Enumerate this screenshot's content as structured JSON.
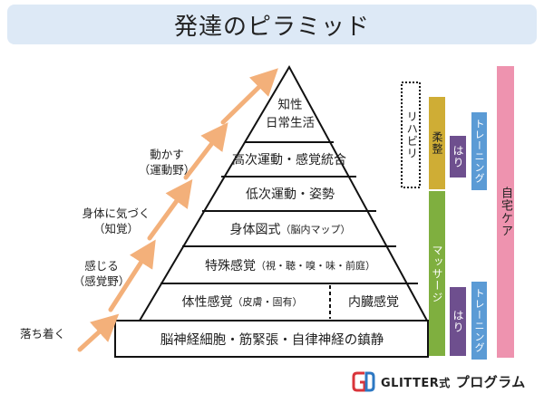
{
  "title": "発達のピラミッド",
  "colors": {
    "arrow": "#f3b07a",
    "judo": "#cfad35",
    "massage": "#7faf3f",
    "hari": "#6e4f8e",
    "training": "#5b9bd5",
    "home_care": "#ee93af",
    "logo_red": "#d9343a",
    "logo_blue": "#2d78c3"
  },
  "stages": {
    "calm": "落ち着く",
    "feel": "感じる",
    "feel_area": "（感覚野）",
    "aware": "身体に気づく",
    "aware_area": "（知覚）",
    "move": "動かす",
    "move_area": "（運動野）"
  },
  "pyramid": {
    "apex": [
      "知性",
      "日常生活"
    ],
    "higher_motor": "高次運動・感覚統合",
    "lower_motor": "低次運動・姿勢",
    "body_schema": "身体図式",
    "body_schema_note": "（脳内マップ）",
    "special_senses": "特殊感覚",
    "special_senses_note": "（視・聴・嗅・味・前庭）",
    "somatic": "体性感覚",
    "somatic_note": "（皮膚・固有）",
    "visceral": "内臓感覚",
    "base": "脳神経細胞・筋緊張・自律神経の鎮静"
  },
  "therapies": {
    "rehab": "リハビリ",
    "judo": "柔整",
    "massage": "マッサージ",
    "hari": "はり",
    "training": "トレーニング",
    "home_care": "自宅ケア"
  },
  "logo": {
    "brand": "GLITTER",
    "brand_suffix": "式",
    "program": "プログラム"
  }
}
